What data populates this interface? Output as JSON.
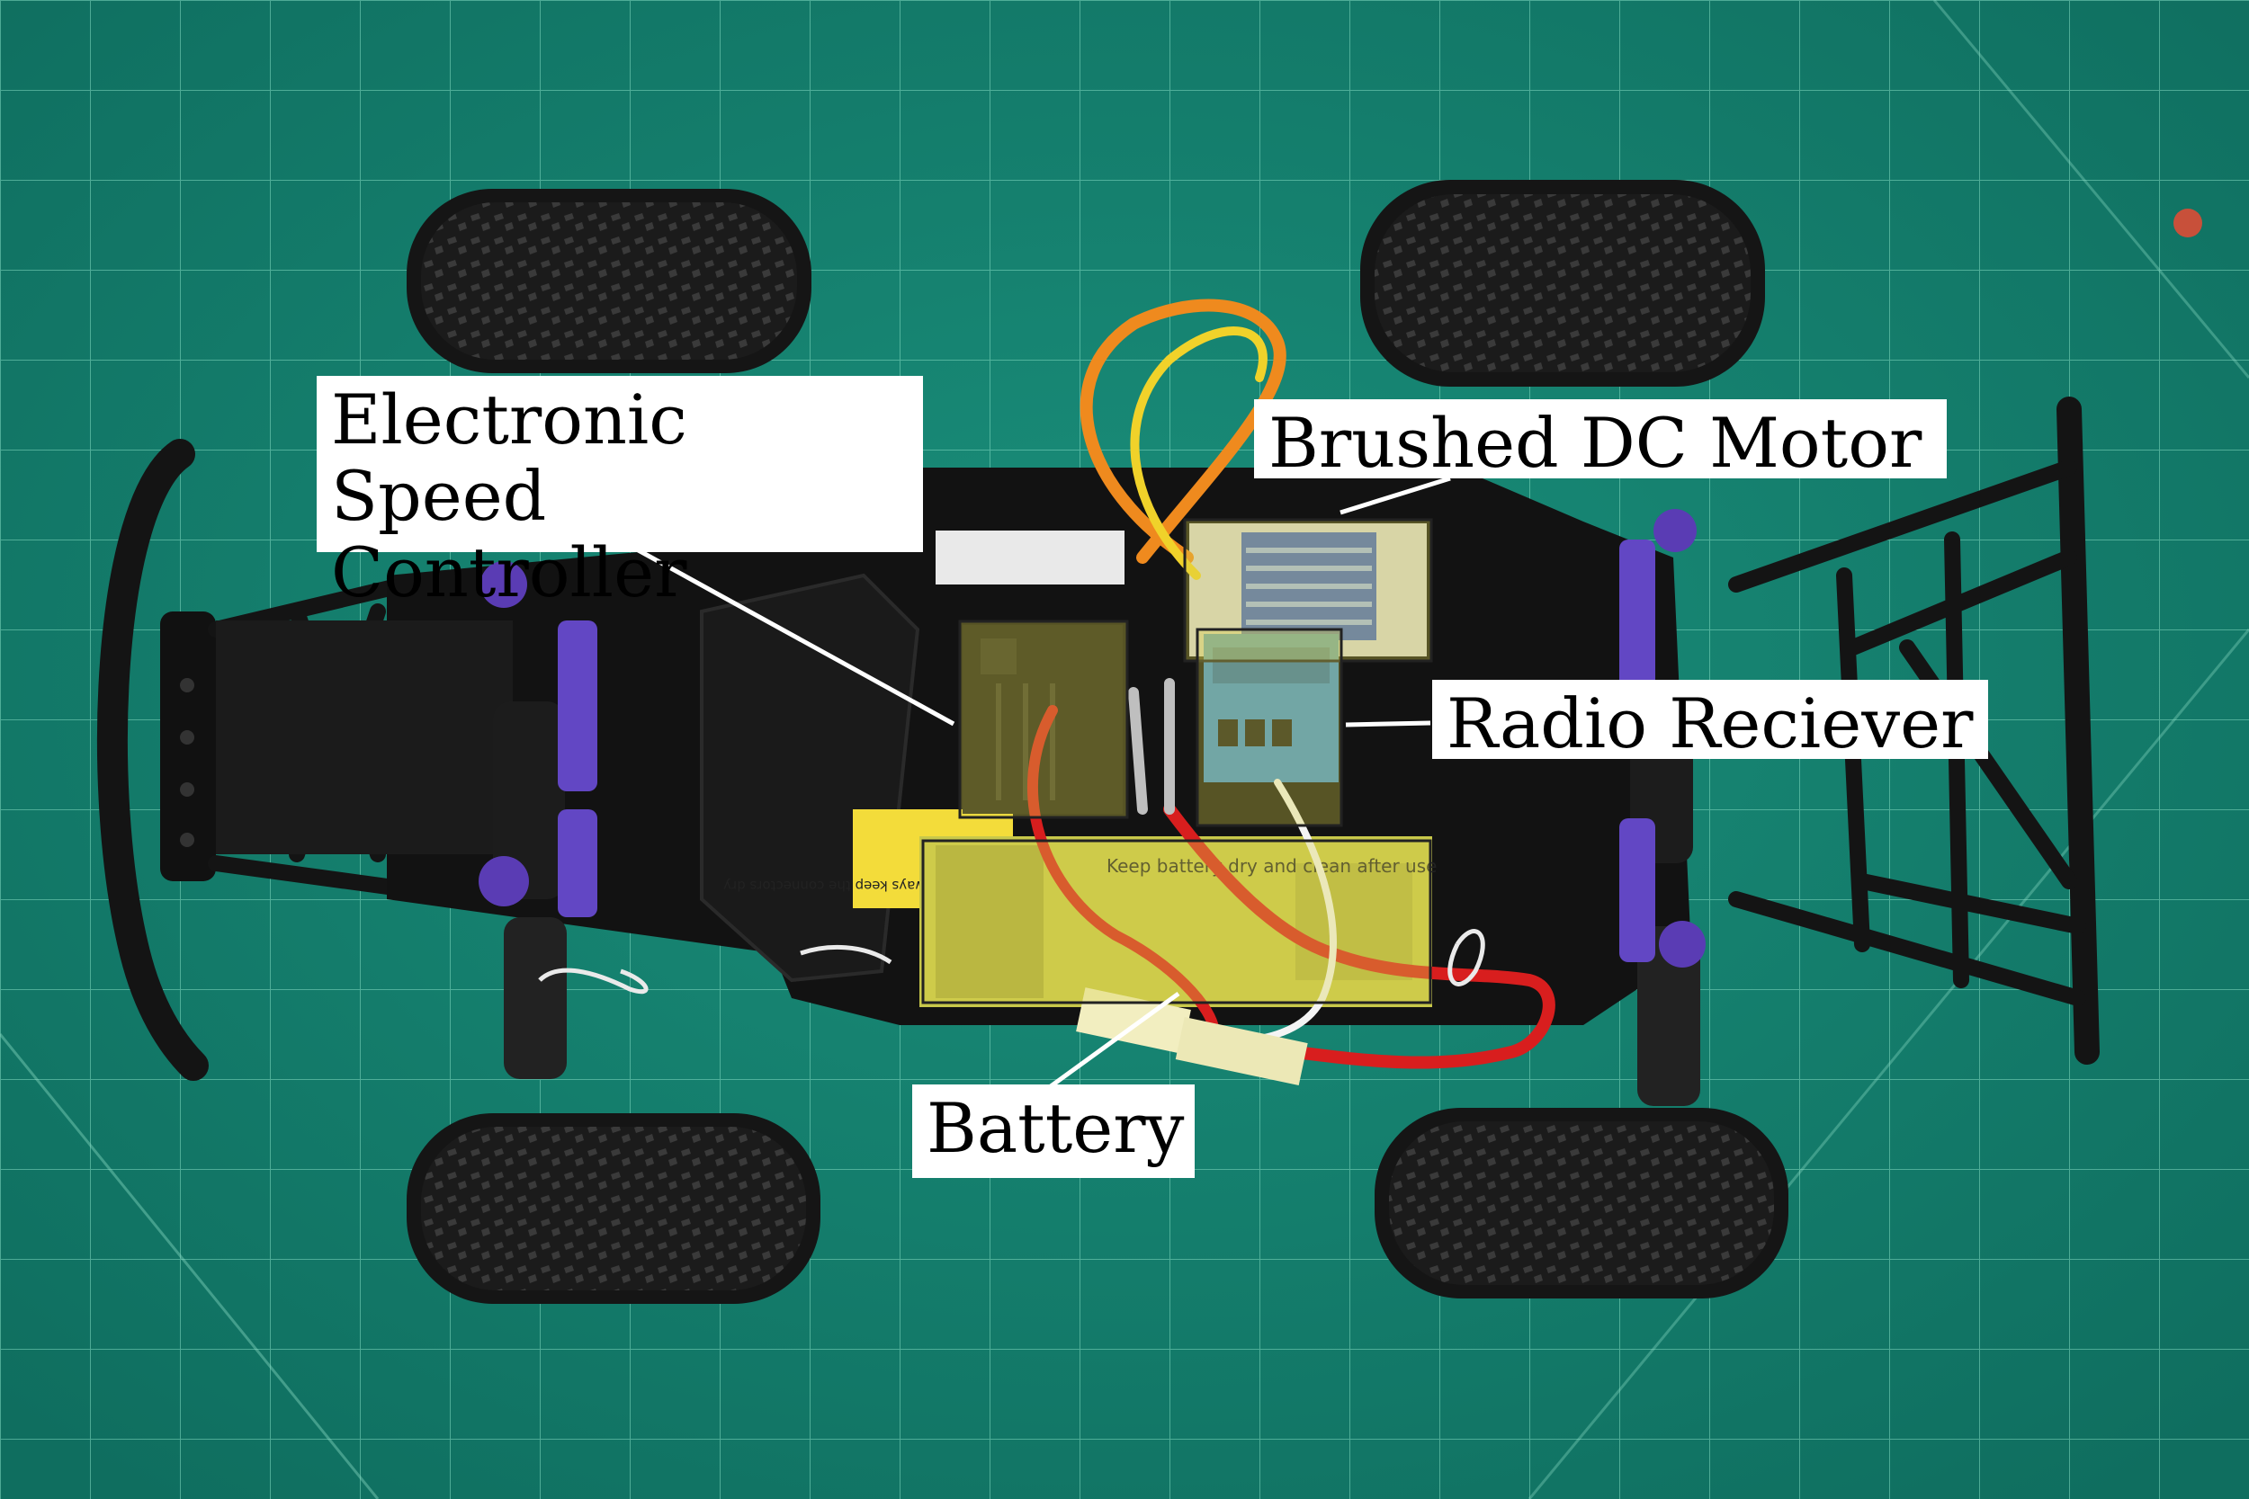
{
  "labels": {
    "esc_line1": "Electronic Speed",
    "esc_line2": "Controller",
    "motor": "Brushed DC Motor",
    "radio": "Radio Reciever",
    "battery": "Battery"
  },
  "sticker_text": {
    "left_warning": "To avoid short circuits, please always keep the connectors dry",
    "battery_warning": "Keep battery dry and clean after use"
  },
  "colors": {
    "mat": "#13806e",
    "grid_line": "#7fd9bf",
    "highlight_box": "#d9d24a",
    "label_bg": "#ffffff",
    "label_text": "#000000",
    "accent_purple": "#5a3cb4",
    "wire_red": "#d81e1e",
    "wire_orange": "#ef8a1e",
    "wire_yellow": "#f0d22a"
  }
}
